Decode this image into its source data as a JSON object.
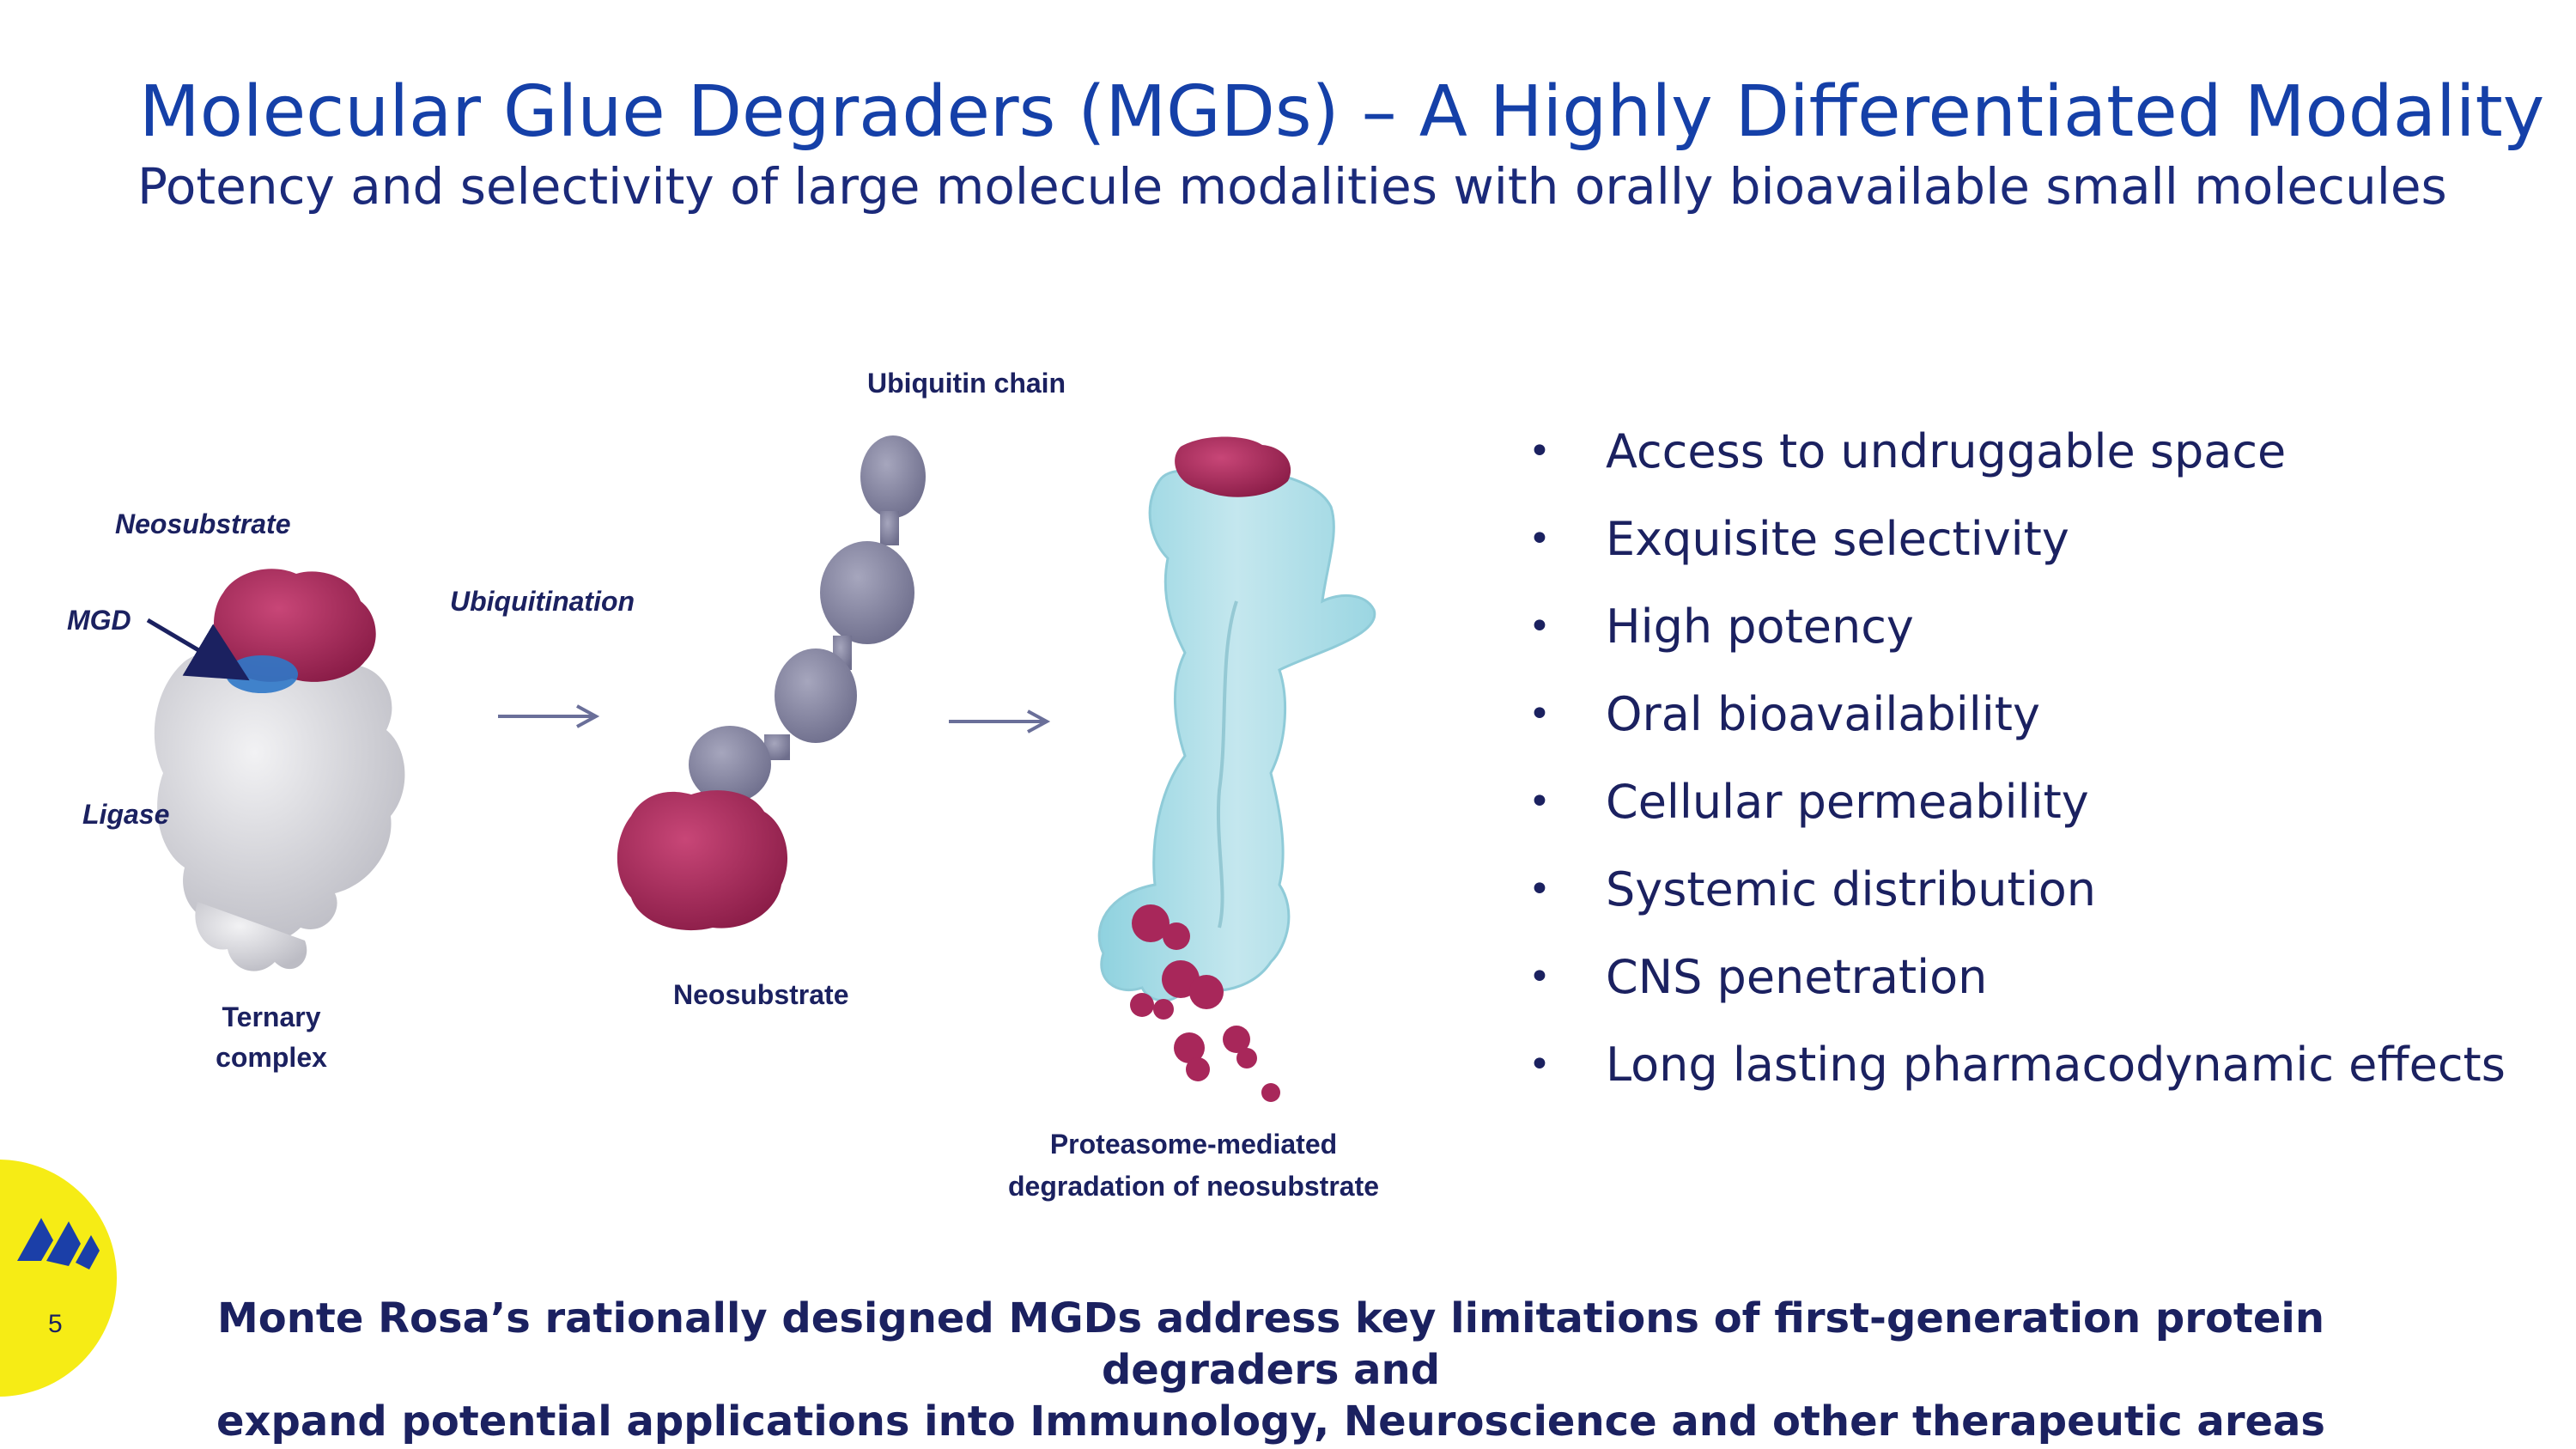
{
  "header": {
    "title": "Molecular Glue Degraders (MGDs) – A Highly Differentiated Modality",
    "subtitle": "Potency and selectivity of large molecule modalities with orally bioavailable small molecules"
  },
  "diagram": {
    "labels": {
      "neosubstrate_top": "Neosubstrate",
      "mgd": "MGD",
      "ligase": "Ligase",
      "ternary_line1": "Ternary",
      "ternary_line2": "complex",
      "ubiquitination": "Ubiquitination",
      "ubiquitin_chain": "Ubiquitin chain",
      "neosubstrate_mid": "Neosubstrate",
      "proteasome_line1": "Proteasome-mediated",
      "proteasome_line2": "degradation of neosubstrate"
    },
    "colors": {
      "neosubstrate": "#a8275a",
      "ligase": "#d9d9dd",
      "mgd": "#2f78c8",
      "ubiquitin": "#8e8ea8",
      "proteasome": "#a9dbe5",
      "arrow": "#6a6f99"
    }
  },
  "bullets": [
    "Access to undruggable space",
    "Exquisite selectivity",
    "High potency",
    "Oral bioavailability",
    "Cellular permeability",
    "Systemic distribution",
    "CNS penetration",
    "Long lasting pharmacodynamic effects"
  ],
  "bullet_glyph": "•",
  "footer": {
    "line1": "Monte Rosa’s rationally designed MGDs address key limitations of first-generation protein degraders and",
    "line2": "expand potential applications into Immunology, Neuroscience and other therapeutic areas"
  },
  "page": {
    "number": "5"
  },
  "brand": {
    "accent": "#f6ec15",
    "logo": "monte-rosa-logo"
  }
}
